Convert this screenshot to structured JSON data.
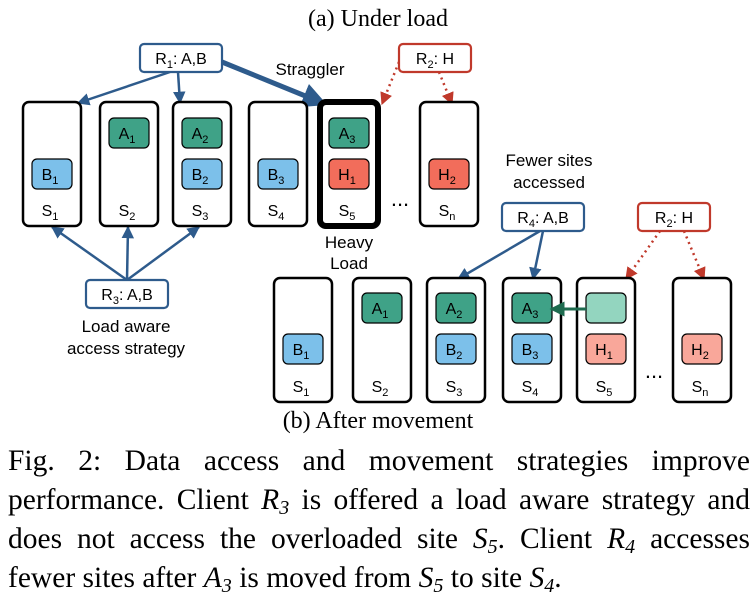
{
  "colors": {
    "blue_arrow": "#2e5b8c",
    "red_dotted": "#c0392b",
    "green_arrow": "#1e6b4f",
    "box_a": "#3fa287",
    "box_b": "#7cc0ea",
    "box_h_under": "#f26d5b",
    "box_h_after": "#f9a79a",
    "box_moved": "#93d5bf",
    "client_blue": "#2e5b8c",
    "client_red": "#c0392b"
  },
  "panel_a": {
    "title": "(a) Under load",
    "sites": [
      {
        "label": "S",
        "sub": "1",
        "boxes": [
          {
            "kind": "B",
            "text": "B",
            "sub": "1"
          }
        ]
      },
      {
        "label": "S",
        "sub": "2",
        "boxes": [
          {
            "kind": "A",
            "text": "A",
            "sub": "1"
          }
        ]
      },
      {
        "label": "S",
        "sub": "3",
        "boxes": [
          {
            "kind": "A",
            "text": "A",
            "sub": "2"
          },
          {
            "kind": "B",
            "text": "B",
            "sub": "2"
          }
        ]
      },
      {
        "label": "S",
        "sub": "4",
        "boxes": [
          {
            "kind": "B",
            "text": "B",
            "sub": "3"
          }
        ]
      },
      {
        "label": "S",
        "sub": "5",
        "heavy": true,
        "boxes": [
          {
            "kind": "A",
            "text": "A",
            "sub": "3"
          },
          {
            "kind": "H",
            "text": "H",
            "sub": "1"
          }
        ]
      },
      {
        "label": "S",
        "sub": "n",
        "boxes": [
          {
            "kind": "H",
            "text": "H",
            "sub": "2"
          }
        ]
      }
    ],
    "ellipsis": "...",
    "clients": {
      "r1": {
        "name": "R",
        "sub": "1",
        "rest": ": A,B"
      },
      "r2": {
        "name": "R",
        "sub": "2",
        "rest": ": H"
      },
      "r3": {
        "name": "R",
        "sub": "3",
        "rest": ": A,B"
      }
    },
    "straggler": "Straggler",
    "heavy_load_line1": "Heavy",
    "heavy_load_line2": "Load",
    "load_aware_line1": "Load aware",
    "load_aware_line2": "access strategy",
    "fewer_sites_line1": "Fewer sites",
    "fewer_sites_line2": "accessed"
  },
  "panel_b": {
    "title": "(b) After movement",
    "sites": [
      {
        "label": "S",
        "sub": "1",
        "boxes": [
          {
            "kind": "B",
            "text": "B",
            "sub": "1"
          }
        ]
      },
      {
        "label": "S",
        "sub": "2",
        "boxes": [
          {
            "kind": "A",
            "text": "A",
            "sub": "1"
          }
        ]
      },
      {
        "label": "S",
        "sub": "3",
        "boxes": [
          {
            "kind": "A",
            "text": "A",
            "sub": "2"
          },
          {
            "kind": "B",
            "text": "B",
            "sub": "2"
          }
        ]
      },
      {
        "label": "S",
        "sub": "4",
        "boxes": [
          {
            "kind": "A",
            "text": "A",
            "sub": "3"
          },
          {
            "kind": "B",
            "text": "B",
            "sub": "3"
          }
        ]
      },
      {
        "label": "S",
        "sub": "5",
        "boxes": [
          {
            "kind": "M",
            "text": "",
            "sub": ""
          },
          {
            "kind": "H",
            "text": "H",
            "sub": "1"
          }
        ]
      },
      {
        "label": "S",
        "sub": "n",
        "boxes": [
          {
            "kind": "H",
            "text": "H",
            "sub": "2"
          }
        ]
      }
    ],
    "ellipsis": "...",
    "clients": {
      "r4": {
        "name": "R",
        "sub": "4",
        "rest": ": A,B"
      },
      "r2": {
        "name": "R",
        "sub": "2",
        "rest": ": H"
      }
    }
  },
  "caption": {
    "fig": "Fig. 2:",
    "part1": " Data access and movement strategies improve performance. Client ",
    "r3_name": "R",
    "r3_sub": "3",
    "part2": " is offered a load aware strategy and does not access the overloaded site ",
    "s5_name": "S",
    "s5_sub": "5",
    "part3": ". Client ",
    "r4_name": "R",
    "r4_sub": "4",
    "part4": " accesses fewer sites after ",
    "a3_name": "A",
    "a3_sub": "3",
    "part5": " is moved from ",
    "s5b_name": "S",
    "s5b_sub": "5",
    "part6": " to site ",
    "s4_name": "S",
    "s4_sub": "4",
    "part7": "."
  }
}
